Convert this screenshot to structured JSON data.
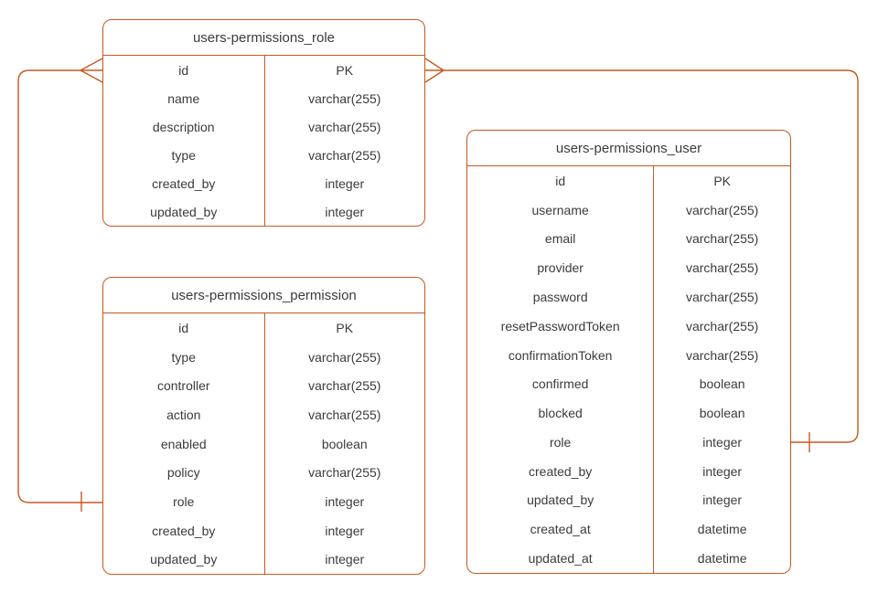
{
  "colors": {
    "stroke": "#C8581E",
    "text": "#3B3B3B",
    "canvas_background": "#FFFFFF"
  },
  "diagram": {
    "tables": [
      {
        "title": "users-permissions_role",
        "rows": [
          {
            "field": "id",
            "type": "PK"
          },
          {
            "field": "name",
            "type": "varchar(255)"
          },
          {
            "field": "description",
            "type": "varchar(255)"
          },
          {
            "field": "type",
            "type": "varchar(255)"
          },
          {
            "field": "created_by",
            "type": "integer"
          },
          {
            "field": "updated_by",
            "type": "integer"
          }
        ]
      },
      {
        "title": "users-permissions_permission",
        "rows": [
          {
            "field": "id",
            "type": "PK"
          },
          {
            "field": "type",
            "type": "varchar(255)"
          },
          {
            "field": "controller",
            "type": "varchar(255)"
          },
          {
            "field": "action",
            "type": "varchar(255)"
          },
          {
            "field": "enabled",
            "type": "boolean"
          },
          {
            "field": "policy",
            "type": "varchar(255)"
          },
          {
            "field": "role",
            "type": "integer"
          },
          {
            "field": "created_by",
            "type": "integer"
          },
          {
            "field": "updated_by",
            "type": "integer"
          }
        ]
      },
      {
        "title": "users-permissions_user",
        "rows": [
          {
            "field": "id",
            "type": "PK"
          },
          {
            "field": "username",
            "type": "varchar(255)"
          },
          {
            "field": "email",
            "type": "varchar(255)"
          },
          {
            "field": "provider",
            "type": "varchar(255)"
          },
          {
            "field": "password",
            "type": "varchar(255)"
          },
          {
            "field": "resetPasswordToken",
            "type": "varchar(255)"
          },
          {
            "field": "confirmationToken",
            "type": "varchar(255)"
          },
          {
            "field": "confirmed",
            "type": "boolean"
          },
          {
            "field": "blocked",
            "type": "boolean"
          },
          {
            "field": "role",
            "type": "integer"
          },
          {
            "field": "created_by",
            "type": "integer"
          },
          {
            "field": "updated_by",
            "type": "integer"
          },
          {
            "field": "created_at",
            "type": "datetime"
          },
          {
            "field": "updated_at",
            "type": "datetime"
          }
        ]
      }
    ],
    "relationships": [
      {
        "from": "users-permissions_role.id",
        "to": "users-permissions_permission.role",
        "from_end": "many (crow's foot)",
        "to_end": "one (tick)"
      },
      {
        "from": "users-permissions_role.id",
        "to": "users-permissions_user.role",
        "from_end": "many (crow's foot)",
        "to_end": "one (tick)"
      }
    ]
  }
}
